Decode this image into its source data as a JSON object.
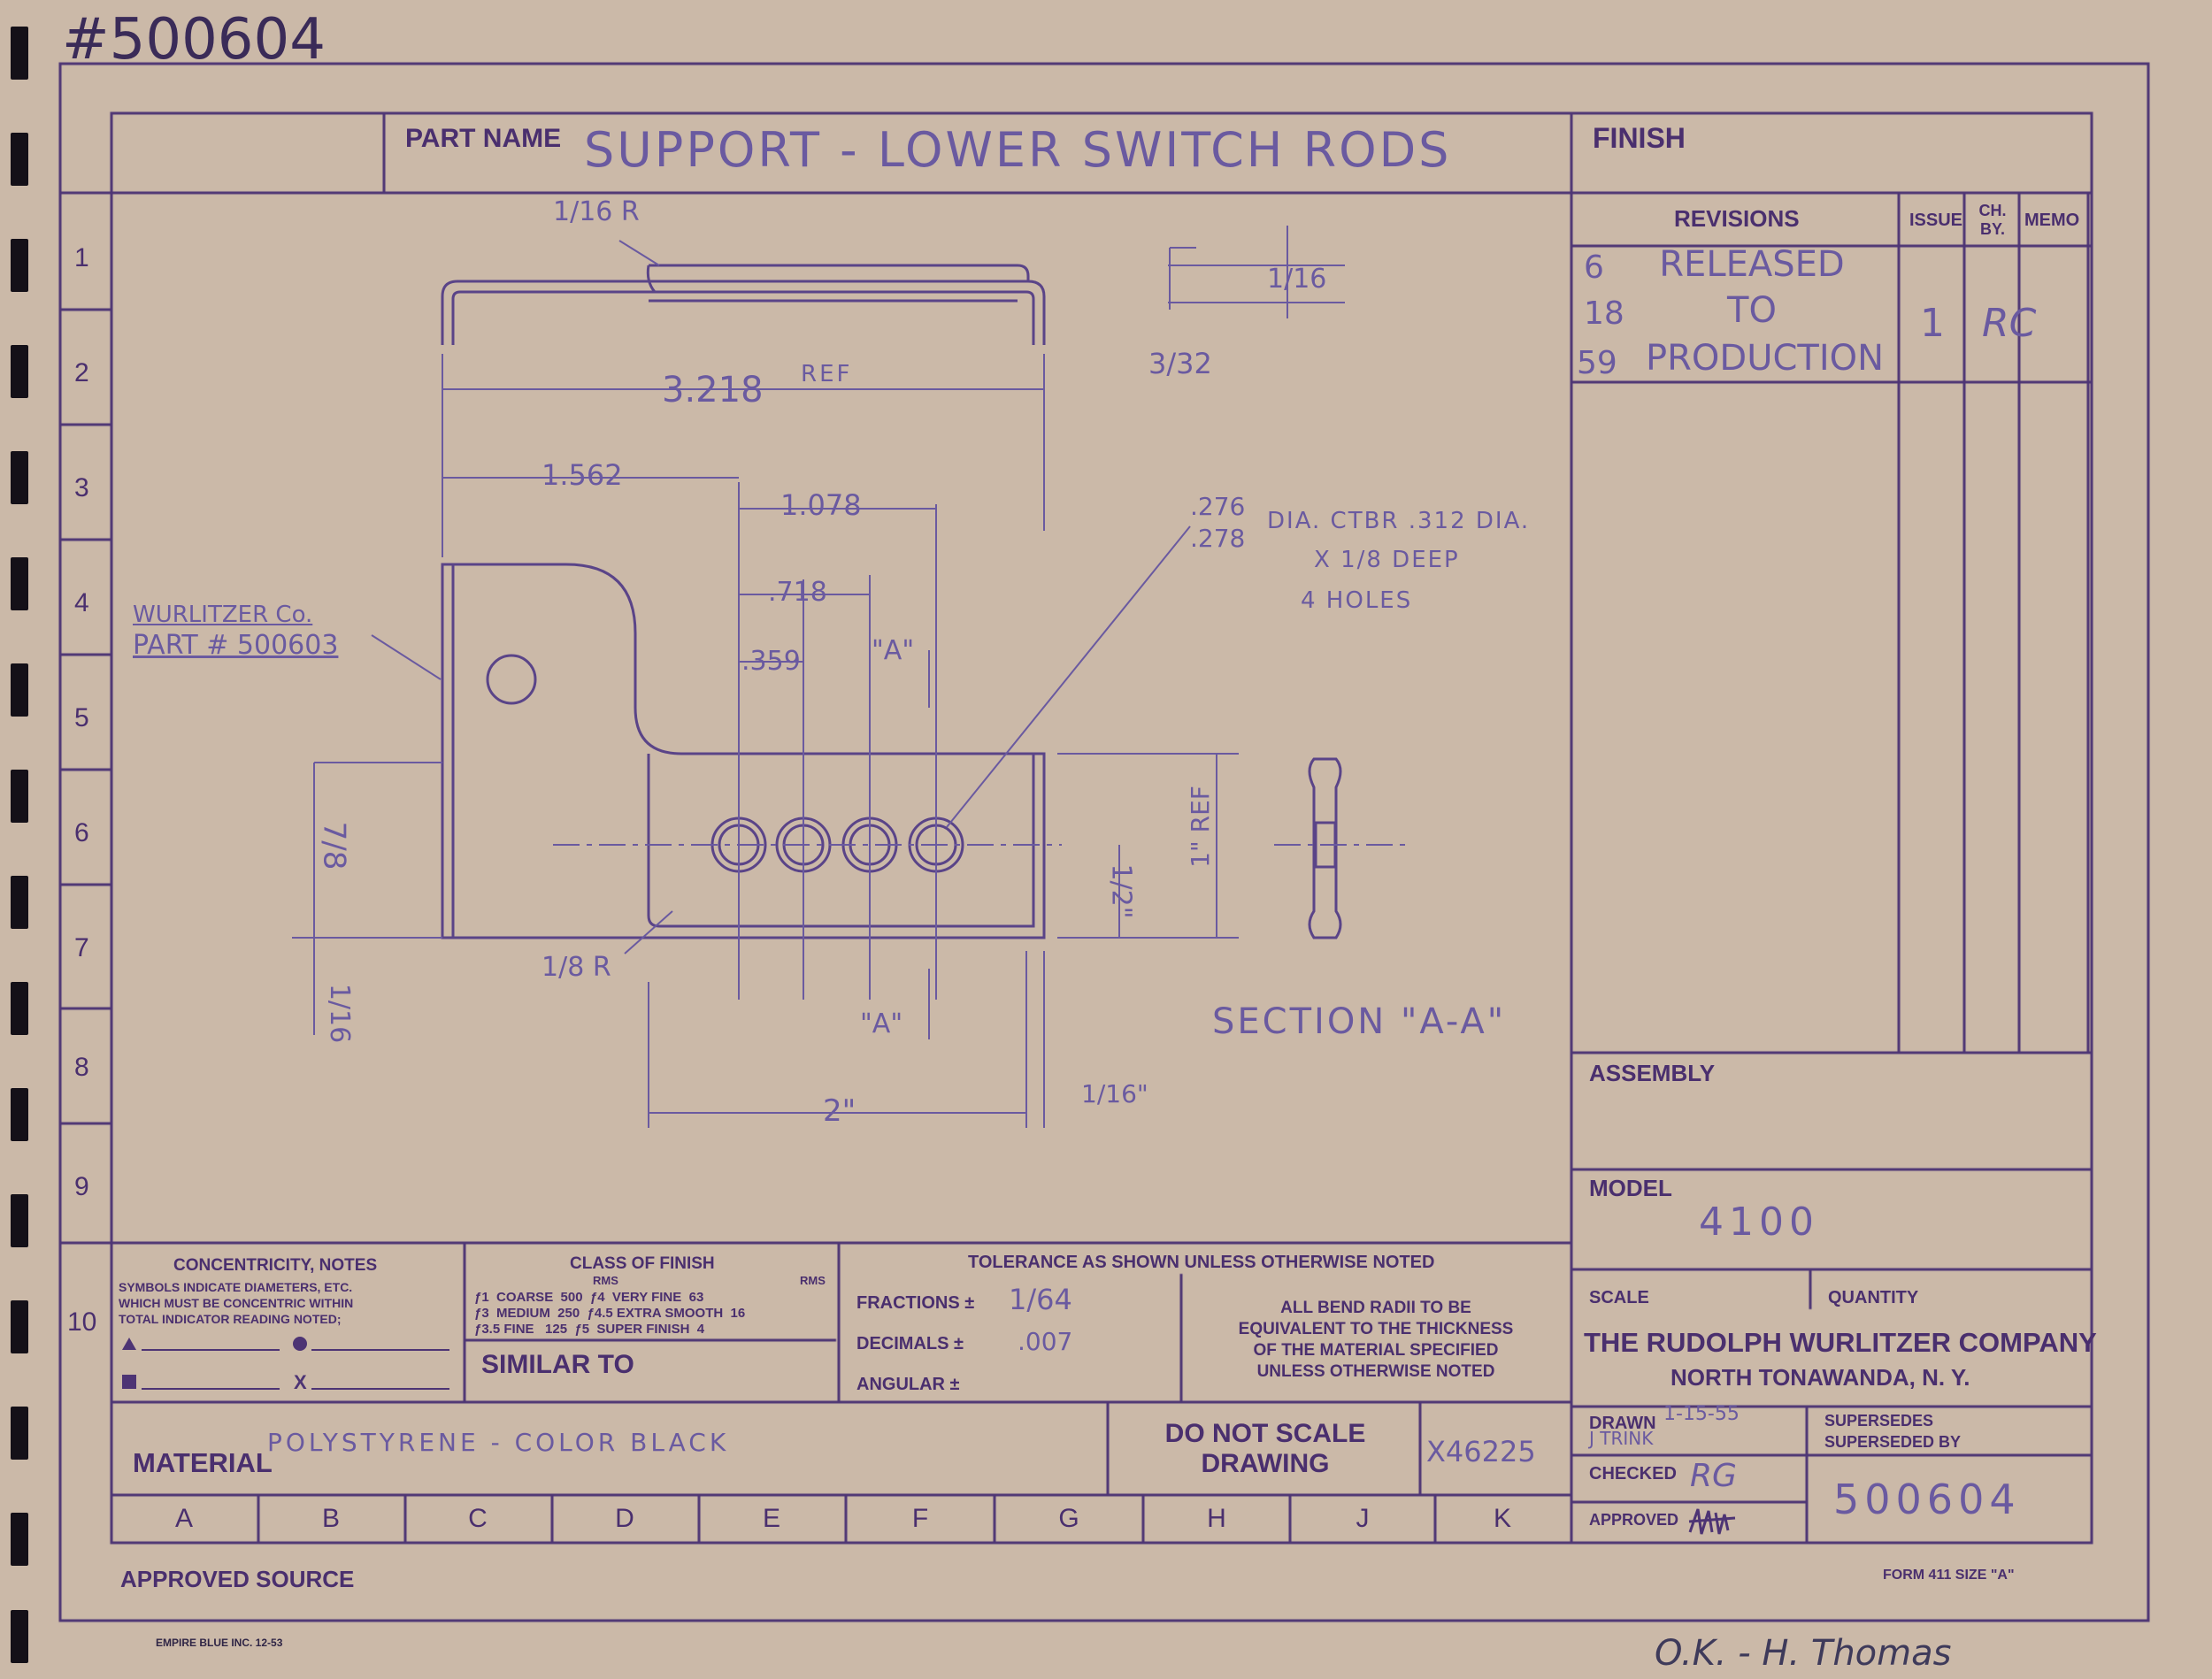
{
  "drawing_number_handwritten": "#500604",
  "title_block": {
    "part_name_label": "PART NAME",
    "part_name_value": "SUPPORT - LOWER SWITCH RODS",
    "finish_label": "FINISH",
    "revisions_header": {
      "revisions": "REVISIONS",
      "issue": "ISSUE",
      "ch_by": "CH. BY.",
      "memo": "MEMO"
    },
    "revision_entry": {
      "date_line1": "6",
      "date_line2": "18",
      "date_line3": "59",
      "text_line1": "RELEASED",
      "text_line2": "TO",
      "text_line3": "PRODUCTION",
      "issue": "1",
      "ch_by": "RC"
    },
    "assembly_label": "ASSEMBLY",
    "model_label": "MODEL",
    "model_value": "4100",
    "scale_label": "SCALE",
    "quantity_label": "QUANTITY",
    "company_line1": "THE RUDOLPH WURLITZER COMPANY",
    "company_line2": "NORTH TONAWANDA, N. Y.",
    "drawn_label": "DRAWN",
    "drawn_value": "1-15-55",
    "drawn_by": "J TRINK",
    "checked_label": "CHECKED",
    "checked_value": "RG",
    "approved_label": "APPROVED",
    "supersedes_label": "SUPERSEDES",
    "superseded_by_label": "SUPERSEDED BY",
    "number_value": "500604",
    "material_label": "MATERIAL",
    "material_value": "POLYSTYRENE - COLOR BLACK",
    "do_not_scale": "DO NOT SCALE DRAWING",
    "ref_number": "X46225",
    "approved_source_label": "APPROVED SOURCE",
    "form_label": "FORM 411 SIZE \"A\"",
    "printer_label": "EMPIRE BLUE INC. 12-53",
    "signoff": "O.K. - H. Thomas"
  },
  "notes": {
    "concentricity_title": "CONCENTRICITY, NOTES",
    "concentricity_line1": "SYMBOLS INDICATE DIAMETERS, ETC.",
    "concentricity_line2": "WHICH MUST BE CONCENTRIC WITHIN",
    "concentricity_line3": "TOTAL INDICATOR READING NOTED;",
    "class_of_finish_title": "CLASS OF FINISH",
    "rms": "RMS",
    "finish_rows": [
      "ƒ1  COARSE  500  ƒ4  VERY FINE  63",
      "ƒ3  MEDIUM  250  ƒ4.5 EXTRA SMOOTH  16",
      "ƒ3.5 FINE   125  ƒ5  SUPER FINISH  4"
    ],
    "similar_to": "SIMILAR TO",
    "tolerance_title": "TOLERANCE AS SHOWN UNLESS OTHERWISE NOTED",
    "fractions_label": "FRACTIONS ±",
    "fractions_value": "1/64",
    "decimals_label": "DECIMALS ±",
    "decimals_value": ".007",
    "angular_label": "ANGULAR ±",
    "bend_note_line1": "ALL BEND RADII TO BE",
    "bend_note_line2": "EQUIVALENT TO THE THICKNESS",
    "bend_note_line3": "OF THE MATERIAL SPECIFIED",
    "bend_note_line4": "UNLESS OTHERWISE NOTED"
  },
  "grid": {
    "rows": [
      "1",
      "2",
      "3",
      "4",
      "5",
      "6",
      "7",
      "8",
      "9",
      "10"
    ],
    "columns": [
      "A",
      "B",
      "C",
      "D",
      "E",
      "F",
      "G",
      "H",
      "J",
      "K"
    ]
  },
  "dimensions": {
    "r_top": "1/16 R",
    "thk_top": "1/16",
    "height_3_32": "3/32",
    "overall": "3.218",
    "ref": "REF",
    "d1562": "1.562",
    "d1078": "1.078",
    "d718": ".718",
    "d359": ".359",
    "section_mark": "\"A\"",
    "hole_dia1": ".276",
    "hole_dia2": ".278",
    "hole_note1": "DIA. CTBR .312 DIA.",
    "hole_note2": "X 1/8 DEEP",
    "hole_note3": "4 HOLES",
    "part_ref1": "WURLITZER Co.",
    "part_ref2": "PART # 500603",
    "d7_8": "7/8",
    "d1_16_left": "1/16",
    "r_bottom": "1/8 R",
    "d2": "2\"",
    "d1_16_bottom": "1/16\"",
    "d1_ref": "1\" REF",
    "d1_2": "1/2\"",
    "section_label": "SECTION \"A-A\""
  }
}
